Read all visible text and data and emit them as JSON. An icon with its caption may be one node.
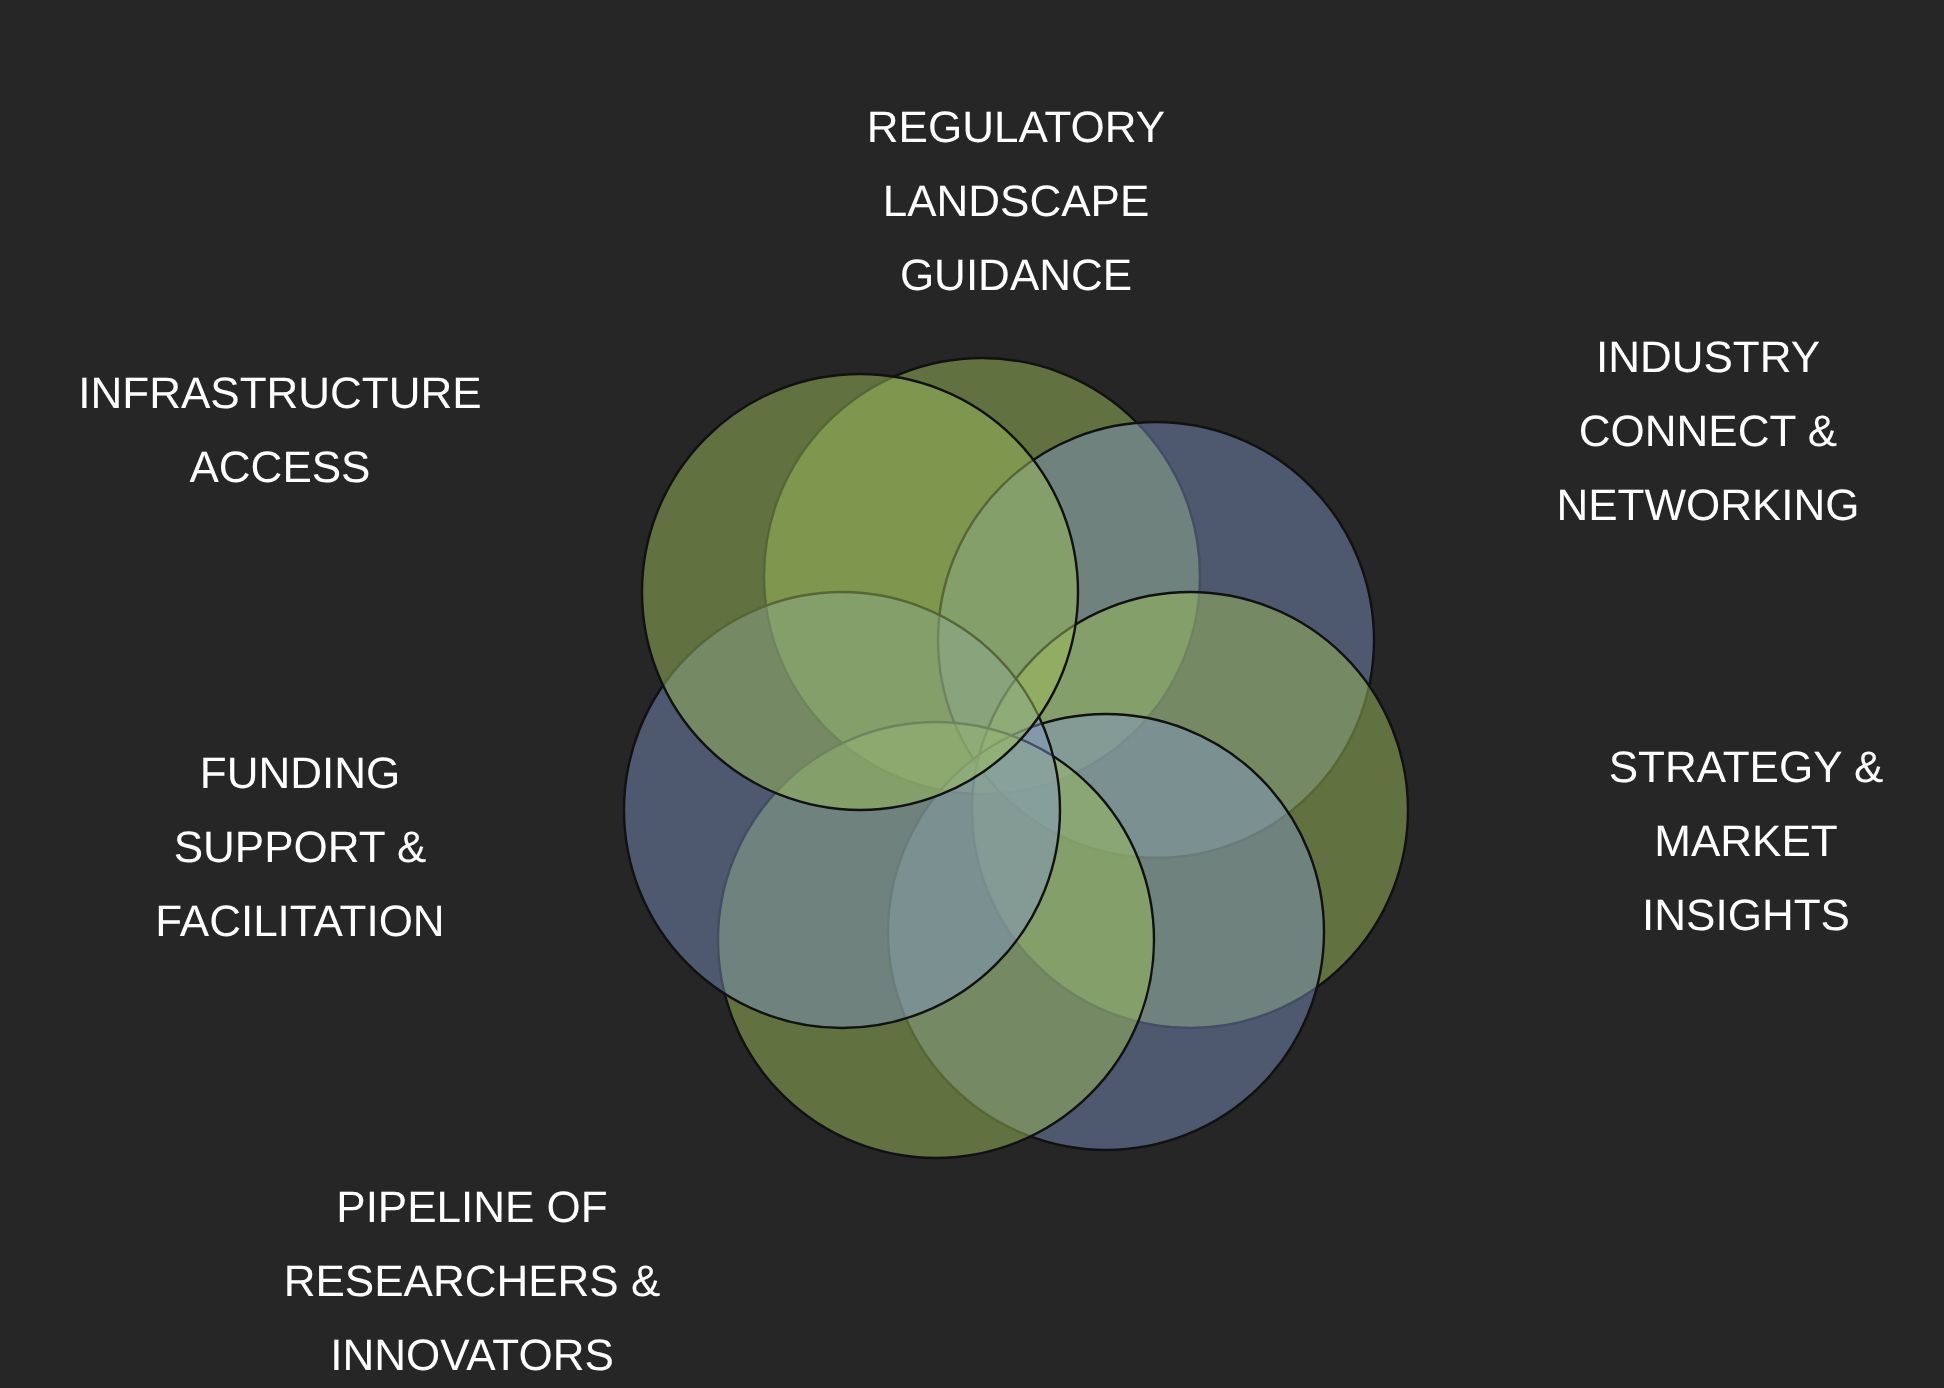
{
  "diagram": {
    "nodes": [
      {
        "text": [],
        "shape": "circle"
      },
      {
        "text": [],
        "shape": "circle"
      },
      {
        "text": [],
        "shape": "circle"
      },
      {
        "text": [],
        "shape": "circle"
      },
      {
        "text": [],
        "shape": "circle"
      },
      {
        "text": [],
        "shape": "circle"
      },
      {
        "text": [],
        "shape": "circle"
      }
    ],
    "labels": [
      "REGULATORY LANDSCAPE GUIDANCE",
      "INFRASTRUCTURE ACCESS",
      "INDUSTRY CONNECT & NETWORKING",
      "STRATEGY & MARKET INSIGHTS",
      "FUNDING SUPPORT & FACILITATION",
      "PIPELINE OF RESEARCHERS & INNOVATORS"
    ]
  }
}
